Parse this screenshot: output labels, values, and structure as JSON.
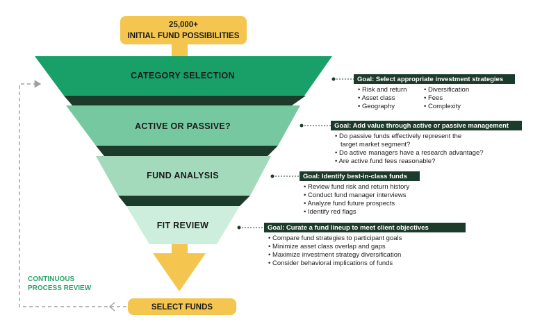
{
  "colors": {
    "yellow": "#f5c64f",
    "dark_green": "#1d3b2b",
    "stage_1": "#18a068",
    "stage_2": "#76c8a0",
    "stage_3": "#a3dabc",
    "stage_4": "#cdeedd",
    "loop_text": "#2aa56a",
    "loop_arrow": "#a0a0a0"
  },
  "start": {
    "line1": "25,000+",
    "line2": "INITIAL FUND POSSIBILITIES"
  },
  "end": {
    "label": "SELECT FUNDS"
  },
  "loop": {
    "line1": "CONTINUOUS",
    "line2": "PROCESS REVIEW"
  },
  "stages": [
    {
      "title": "CATEGORY SELECTION",
      "goal": "Goal: Select appropriate investment strategies",
      "bullets_left": [
        "Risk and return",
        "Asset class",
        "Geography"
      ],
      "bullets_right": [
        "Diversification",
        "Fees",
        "Complexity"
      ]
    },
    {
      "title": "ACTIVE OR PASSIVE?",
      "goal": "Goal: Add value through active or passive management",
      "bullets": [
        "Do passive funds effectively represent the",
        "target market segment?",
        "Do active managers have a research advantage?",
        "Are active fund fees reasonable?"
      ]
    },
    {
      "title": "FUND ANALYSIS",
      "goal": "Goal: Identify best-in-class funds",
      "bullets": [
        "Review fund risk and return history",
        "Conduct fund manager interviews",
        "Analyze fund future prospects",
        "Identify red flags"
      ]
    },
    {
      "title": "FIT REVIEW",
      "goal": "Goal: Curate a fund lineup to meet client objectives",
      "bullets": [
        "Compare fund strategies to participant goals",
        "Minimize asset class overlap and gaps",
        "Maximize investment strategy diversification",
        "Consider behavioral implications of funds"
      ]
    }
  ]
}
